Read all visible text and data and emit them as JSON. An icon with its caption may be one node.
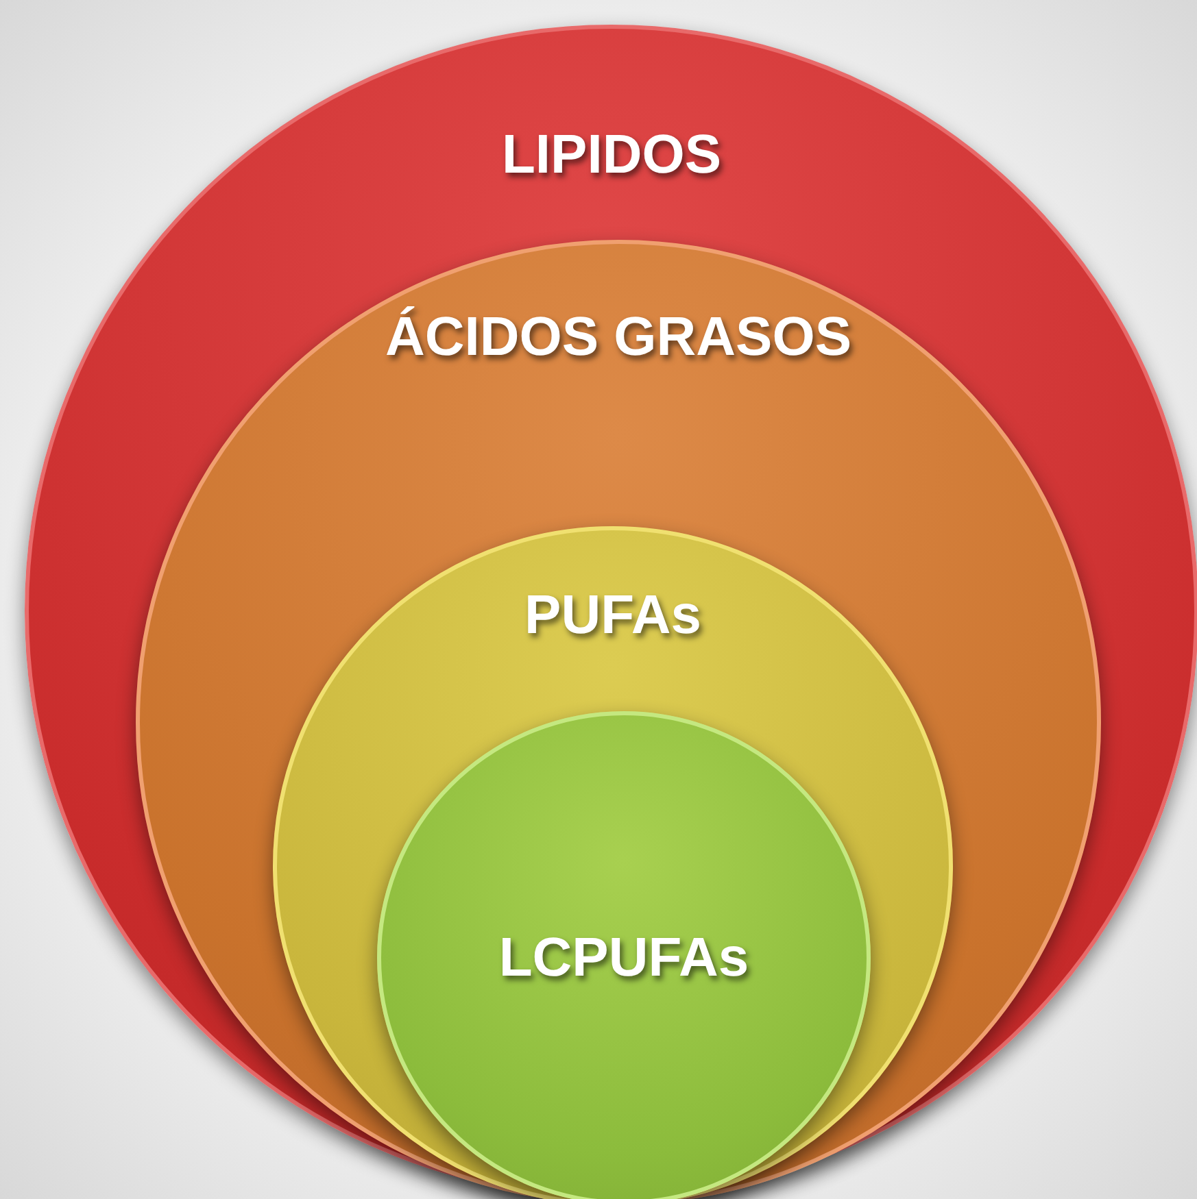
{
  "diagram": {
    "nodes": [
      {
        "text": [
          "LIPIDOS"
        ]
      },
      {
        "text": [
          "ÁCIDOS GRASOS"
        ],
        "in": 0
      },
      {
        "text": [
          "PUFAs"
        ],
        "in": 1
      },
      {
        "text": [
          "LCPUFAs"
        ],
        "in": 2
      }
    ]
  }
}
